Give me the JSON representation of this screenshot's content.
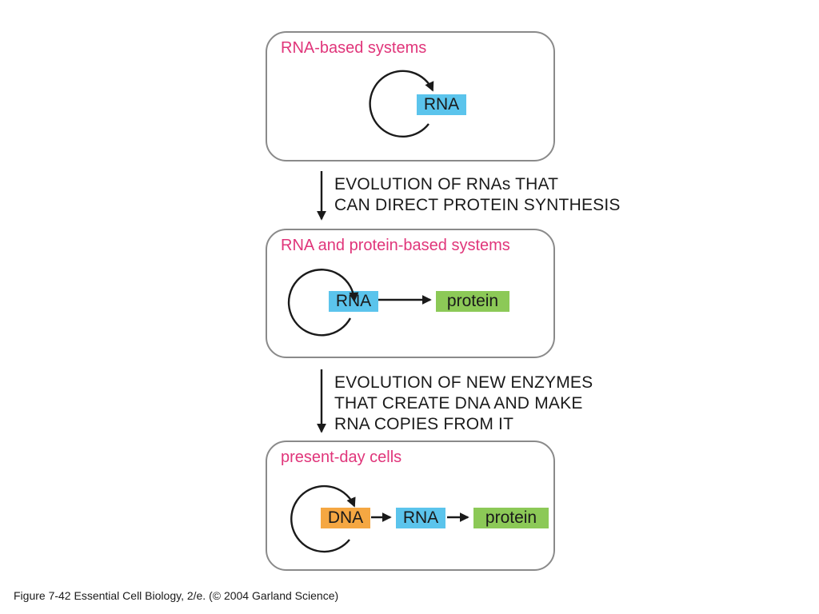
{
  "panels": [
    {
      "title": "RNA-based systems"
    },
    {
      "title": "RNA and protein-based systems"
    },
    {
      "title": "present-day cells"
    }
  ],
  "molecules": {
    "rna": "RNA",
    "protein": "protein",
    "dna": "DNA"
  },
  "transitions": [
    {
      "lines": [
        "EVOLUTION OF RNAs THAT",
        "CAN DIRECT PROTEIN SYNTHESIS"
      ]
    },
    {
      "lines": [
        "EVOLUTION OF NEW ENZYMES",
        "THAT CREATE DNA AND MAKE",
        "RNA COPIES FROM IT"
      ]
    }
  ],
  "caption": "Figure 7-42  Essential Cell Biology, 2/e. (© 2004 Garland Science)",
  "colors": {
    "title": "#e0357a",
    "rna": "#5bc4ec",
    "protein": "#8cc957",
    "dna": "#f5a742",
    "border": "#8a8a8a"
  }
}
